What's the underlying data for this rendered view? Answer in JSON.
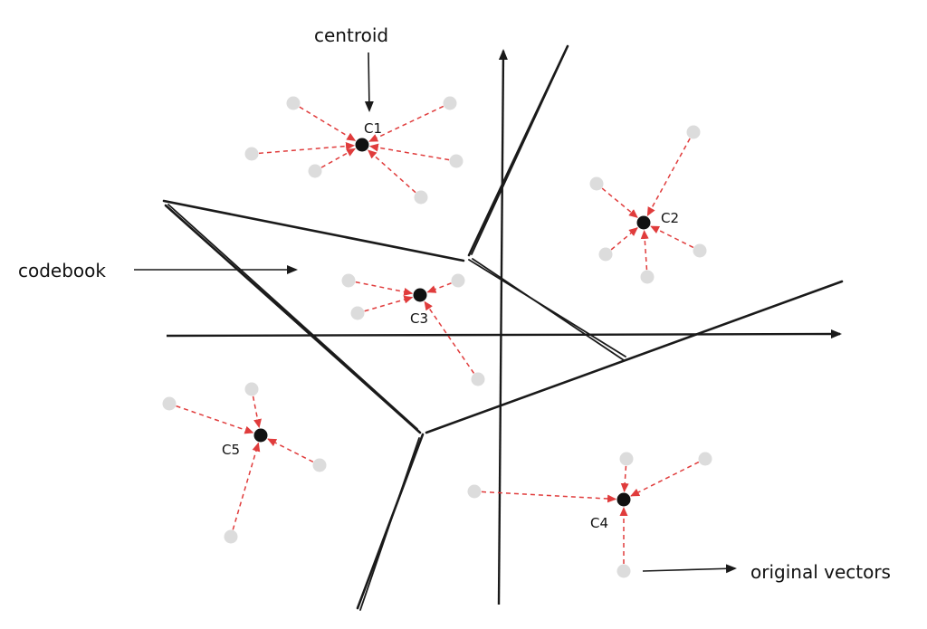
{
  "annotations": {
    "centroid": "centroid",
    "codebook": "codebook",
    "original_vectors": "original vectors"
  },
  "clusters": [
    {
      "label": "C1",
      "vectors": [
        [
          324,
          114
        ],
        [
          497,
          114
        ],
        [
          278,
          170
        ],
        [
          504,
          178
        ],
        [
          348,
          189
        ],
        [
          465,
          218
        ]
      ]
    },
    {
      "label": "C2",
      "vectors": [
        [
          766,
          146
        ],
        [
          659,
          203
        ],
        [
          669,
          281
        ],
        [
          773,
          277
        ],
        [
          715,
          306
        ]
      ]
    },
    {
      "label": "C3",
      "vectors": [
        [
          385,
          310
        ],
        [
          506,
          310
        ],
        [
          395,
          346
        ],
        [
          528,
          419
        ]
      ]
    },
    {
      "label": "C4",
      "vectors": [
        [
          692,
          507
        ],
        [
          779,
          507
        ],
        [
          524,
          543
        ],
        [
          689,
          631
        ]
      ]
    },
    {
      "label": "C5",
      "vectors": [
        [
          187,
          446
        ],
        [
          278,
          430
        ],
        [
          353,
          514
        ],
        [
          255,
          593
        ]
      ]
    }
  ],
  "colors": {
    "assignment": "#e03c3c",
    "vector": "#dcdcdc",
    "centroid": "#111111",
    "edge": "#1a1a1a"
  }
}
